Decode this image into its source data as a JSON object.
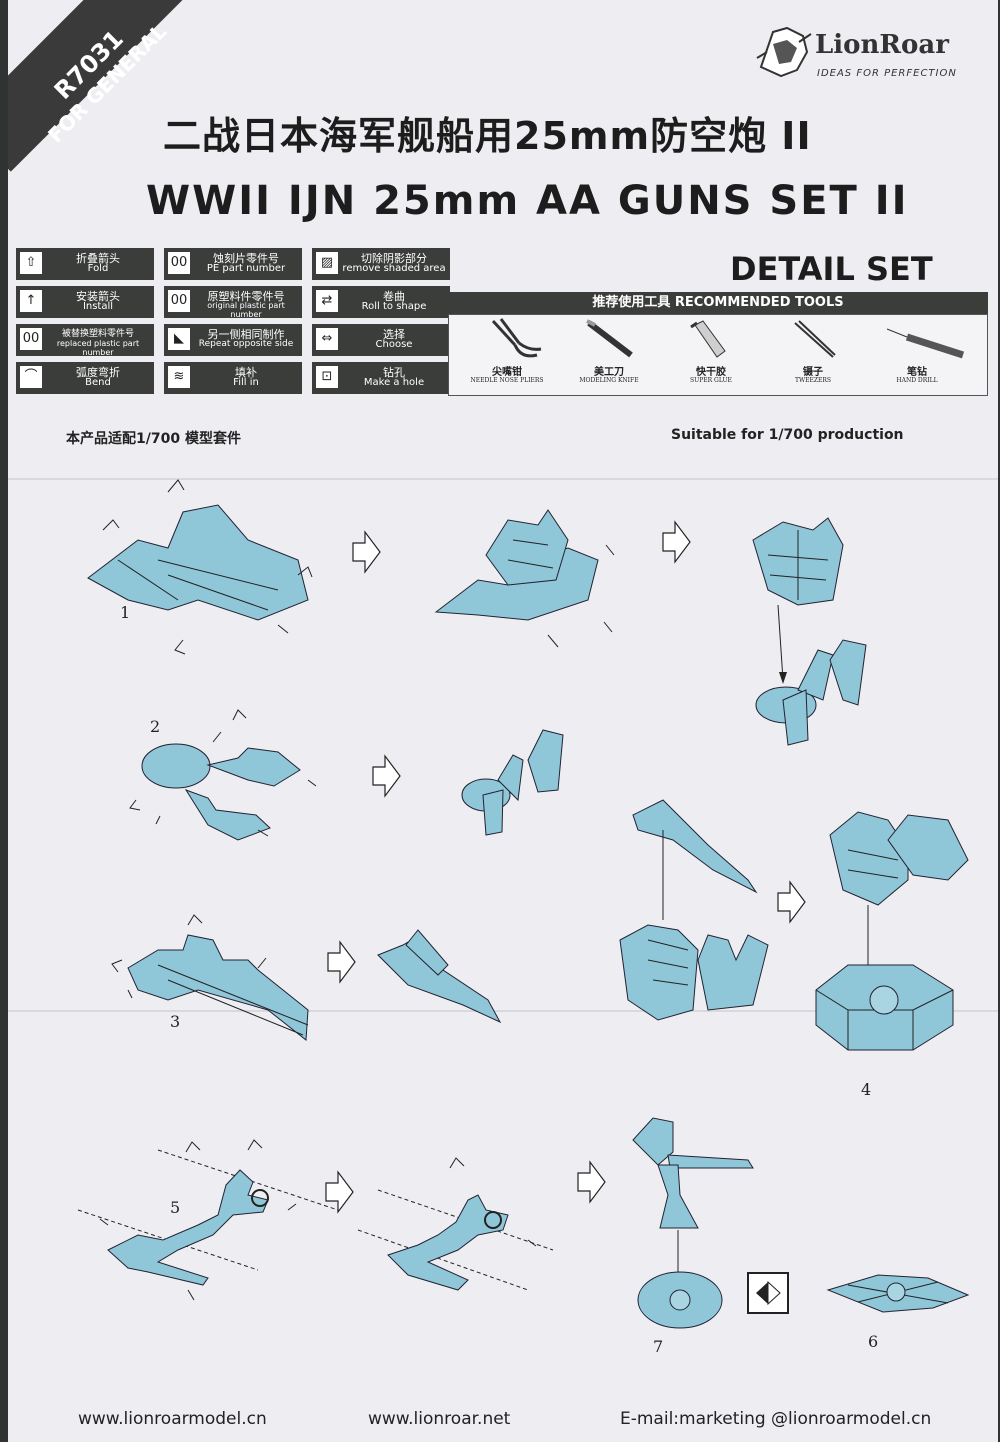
{
  "corner": {
    "code": "R7031",
    "label": "FOR GENERAL"
  },
  "logo": {
    "brand": "LionRoar",
    "tagline": "IDEAS FOR PERFECTION"
  },
  "title": {
    "cn": "二战日本海军舰船用25mm防空炮 II",
    "en": "WWII IJN 25mm AA GUNS SET II"
  },
  "subtitle": "DETAIL SET",
  "legend": [
    {
      "icon": "fold-arrow-icon",
      "symbol": "⇧",
      "cn": "折叠箭头",
      "en": "Fold"
    },
    {
      "icon": "pe-part-number-icon",
      "symbol": "00",
      "cn": "蚀刻片零件号",
      "en": "PE part number"
    },
    {
      "icon": "remove-shaded-icon",
      "symbol": "▨",
      "cn": "切除阴影部分",
      "en": "remove shaded area"
    },
    {
      "icon": "install-arrow-icon",
      "symbol": "↑",
      "cn": "安装箭头",
      "en": "Install"
    },
    {
      "icon": "original-part-icon",
      "symbol": "00",
      "cn": "原塑料件零件号",
      "en": "original plastic part number"
    },
    {
      "icon": "roll-shape-icon",
      "symbol": "⇄",
      "cn": "卷曲",
      "en": "Roll to shape"
    },
    {
      "icon": "replaced-part-icon",
      "symbol": "00",
      "cn": "被替换塑料零件号",
      "en": "replaced plastic part number"
    },
    {
      "icon": "repeat-side-icon",
      "symbol": "◣",
      "cn": "另一侧相同制作",
      "en": "Repeat opposite side"
    },
    {
      "icon": "choose-icon",
      "symbol": "⇔",
      "cn": "选择",
      "en": "Choose"
    },
    {
      "icon": "bend-icon",
      "symbol": "⌒",
      "cn": "弧度弯折",
      "en": "Bend"
    },
    {
      "icon": "fill-in-icon",
      "symbol": "≋",
      "cn": "填补",
      "en": "Fill in"
    },
    {
      "icon": "make-hole-icon",
      "symbol": "⊡",
      "cn": "钻孔",
      "en": "Make a hole"
    }
  ],
  "tools": {
    "header": "推荐使用工具 RECOMMENDED TOOLS",
    "items": [
      {
        "icon": "pliers-icon",
        "cn": "尖嘴钳",
        "en": "NEEDLE NOSE PLIERS"
      },
      {
        "icon": "knife-icon",
        "cn": "美工刀",
        "en": "MODELING KNIFE"
      },
      {
        "icon": "glue-icon",
        "cn": "快干胶",
        "en": "SUPER GLUE"
      },
      {
        "icon": "tweezers-icon",
        "cn": "镊子",
        "en": "TWEEZERS"
      },
      {
        "icon": "hand-drill-icon",
        "cn": "笔钻",
        "en": "HAND DRILL"
      }
    ]
  },
  "scale": {
    "cn": "本产品适配1/700 模型套件",
    "en": "Suitable for 1/700  production"
  },
  "steps": {
    "s1": "1",
    "s2": "2",
    "s3": "3",
    "s4": "4",
    "s5": "5",
    "s6": "6",
    "s7": "7"
  },
  "footer": {
    "site1": "www.lionroarmodel.cn",
    "site2": "www.lionroar.net",
    "email": "E-mail:marketing @lionroarmodel.cn"
  },
  "colors": {
    "pe_blue": "#8fc6d8",
    "dark_panel": "#3b3d3b",
    "paper": "#eeeef2"
  }
}
